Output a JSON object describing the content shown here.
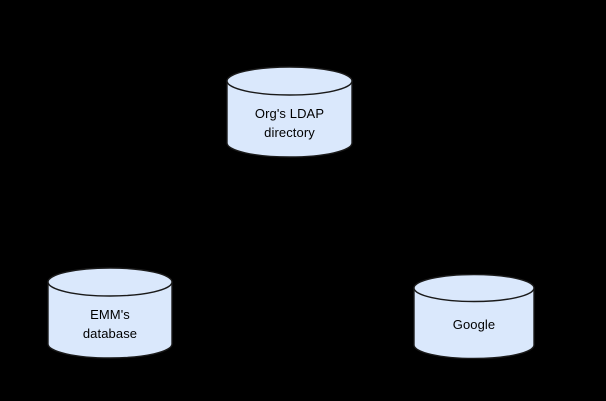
{
  "diagram": {
    "background_color": "#000000",
    "shape_fill_color": "#dae8fc",
    "shape_stroke_color": "#1a1a1a",
    "text_color": "#000000",
    "nodes": [
      {
        "id": "ldap",
        "shape": "cylinder",
        "label": "Org's LDAP\ndirectory",
        "position": "top-center"
      },
      {
        "id": "emm",
        "shape": "cylinder",
        "label": "EMM's\ndatabase",
        "position": "bottom-left"
      },
      {
        "id": "google",
        "shape": "cylinder",
        "label": "Google",
        "position": "bottom-right"
      }
    ],
    "connectors": []
  }
}
